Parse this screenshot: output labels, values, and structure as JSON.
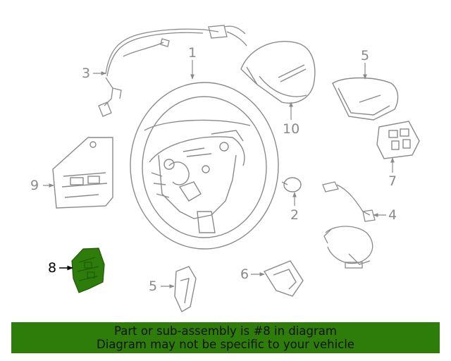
{
  "callouts": {
    "c1": "1",
    "c2": "2",
    "c3": "3",
    "c4": "4",
    "c5a": "5",
    "c5b": "5",
    "c6": "6",
    "c7": "7",
    "c8": "8",
    "c9": "9",
    "c10": "10"
  },
  "highlight_part": "8",
  "colors": {
    "line": "#8a8a8a",
    "highlight_part": "#2e7d0a",
    "banner_bg": "#2e7d0a",
    "banner_text": "#111111"
  },
  "banner": {
    "line1": "Part or sub-assembly is #8 in diagram",
    "line2": "Diagram may not be specific to your vehicle"
  }
}
